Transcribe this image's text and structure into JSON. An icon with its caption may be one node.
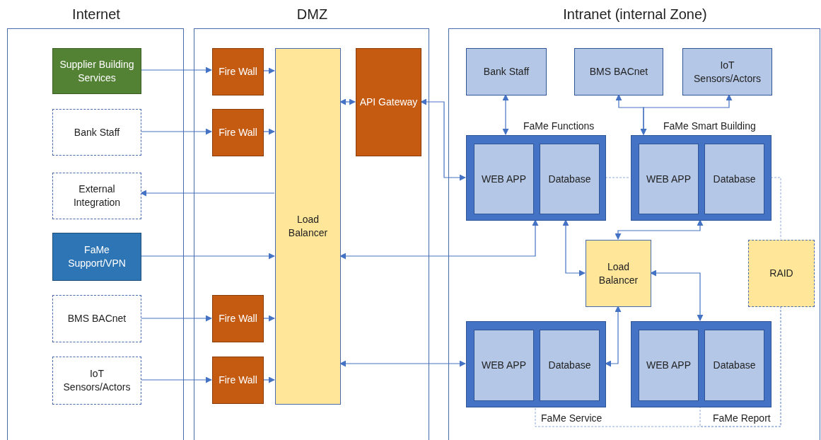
{
  "diagram": {
    "nodes": [
      {
        "text": [
          "Internet"
        ]
      },
      {
        "text": [
          "DMZ"
        ]
      },
      {
        "text": [
          "Intranet (internal Zone)"
        ]
      },
      {
        "text": [
          "Supplier Building Services"
        ],
        "in": 0
      },
      {
        "text": [
          "Bank Staff"
        ],
        "in": 0
      },
      {
        "text": [
          "External Integration"
        ],
        "in": 0
      },
      {
        "text": [
          "FaMe Support/VPN"
        ],
        "in": 0
      },
      {
        "text": [
          "BMS BACnet"
        ],
        "in": 0
      },
      {
        "text": [
          "IoT Sensors/Actors"
        ],
        "in": 0
      },
      {
        "text": [
          "Fire Wall"
        ],
        "in": 1
      },
      {
        "text": [
          "Fire Wall"
        ],
        "in": 1
      },
      {
        "text": [
          "Fire Wall"
        ],
        "in": 1
      },
      {
        "text": [
          "Fire Wall"
        ],
        "in": 1
      },
      {
        "text": [
          "Load Balancer"
        ],
        "in": 1
      },
      {
        "text": [
          "API Gateway"
        ],
        "in": 1
      },
      {
        "text": [
          "Bank Staff"
        ],
        "in": 2
      },
      {
        "text": [
          "BMS BACnet"
        ],
        "in": 2
      },
      {
        "text": [
          "IoT Sensors/Actors"
        ],
        "in": 2
      },
      {
        "text": [
          "FaMe Functions"
        ],
        "in": 2
      },
      {
        "text": [
          "WEB APP"
        ],
        "in": 18
      },
      {
        "text": [
          "Database"
        ],
        "in": 18
      },
      {
        "text": [
          "FaMe Smart Building"
        ],
        "in": 2
      },
      {
        "text": [
          "WEB APP"
        ],
        "in": 21
      },
      {
        "text": [
          "Database"
        ],
        "in": 21
      },
      {
        "text": [
          "Load Balancer"
        ],
        "in": 2
      },
      {
        "text": [
          "RAID"
        ],
        "in": 2
      },
      {
        "text": [
          "FaMe Service"
        ],
        "in": 2
      },
      {
        "text": [
          "WEB APP"
        ],
        "in": 26
      },
      {
        "text": [
          "Database"
        ],
        "in": 26
      },
      {
        "text": [
          "FaMe Report"
        ],
        "in": 2
      },
      {
        "text": [
          "WEB APP"
        ],
        "in": 29
      },
      {
        "text": [
          "Database"
        ],
        "in": 29
      }
    ],
    "edges": [
      {
        "from": 3,
        "to": 9,
        "arrow": "to"
      },
      {
        "from": 9,
        "to": 13,
        "arrow": "to"
      },
      {
        "from": 4,
        "to": 10,
        "arrow": "to"
      },
      {
        "from": 10,
        "to": 13,
        "arrow": "to"
      },
      {
        "from": 13,
        "to": 5,
        "arrow": "to"
      },
      {
        "from": 6,
        "to": 13,
        "arrow": "to"
      },
      {
        "from": 7,
        "to": 11,
        "arrow": "to"
      },
      {
        "from": 11,
        "to": 13,
        "arrow": "to"
      },
      {
        "from": 8,
        "to": 12,
        "arrow": "to"
      },
      {
        "from": 12,
        "to": 13,
        "arrow": "to"
      },
      {
        "from": 13,
        "to": 14,
        "arrow": "both"
      },
      {
        "from": 14,
        "to": 18,
        "arrow": "both"
      },
      {
        "from": 15,
        "to": 18,
        "arrow": "both"
      },
      {
        "from": 16,
        "to": 21,
        "arrow": "both"
      },
      {
        "from": 17,
        "to": 21,
        "arrow": "both"
      },
      {
        "from": 13,
        "to": 18,
        "arrow": "both"
      },
      {
        "from": 18,
        "to": 24,
        "arrow": "both"
      },
      {
        "from": 21,
        "to": 24,
        "arrow": "both"
      },
      {
        "from": 24,
        "to": 26,
        "arrow": "both"
      },
      {
        "from": 24,
        "to": 29,
        "arrow": "both"
      },
      {
        "from": 13,
        "to": 26,
        "arrow": "both"
      },
      {
        "from": 18,
        "to": 21,
        "arrow": "none",
        "style": "dashed",
        "color": "#8faadc"
      },
      {
        "from": 21,
        "to": 25,
        "arrow": "none",
        "style": "dashed",
        "color": "#8faadc"
      },
      {
        "from": 25,
        "to": 26,
        "arrow": "none",
        "style": "dashed",
        "color": "#8faadc"
      },
      {
        "from": 25,
        "to": 29,
        "arrow": "none",
        "style": "dashed",
        "color": "#8faadc"
      }
    ]
  }
}
